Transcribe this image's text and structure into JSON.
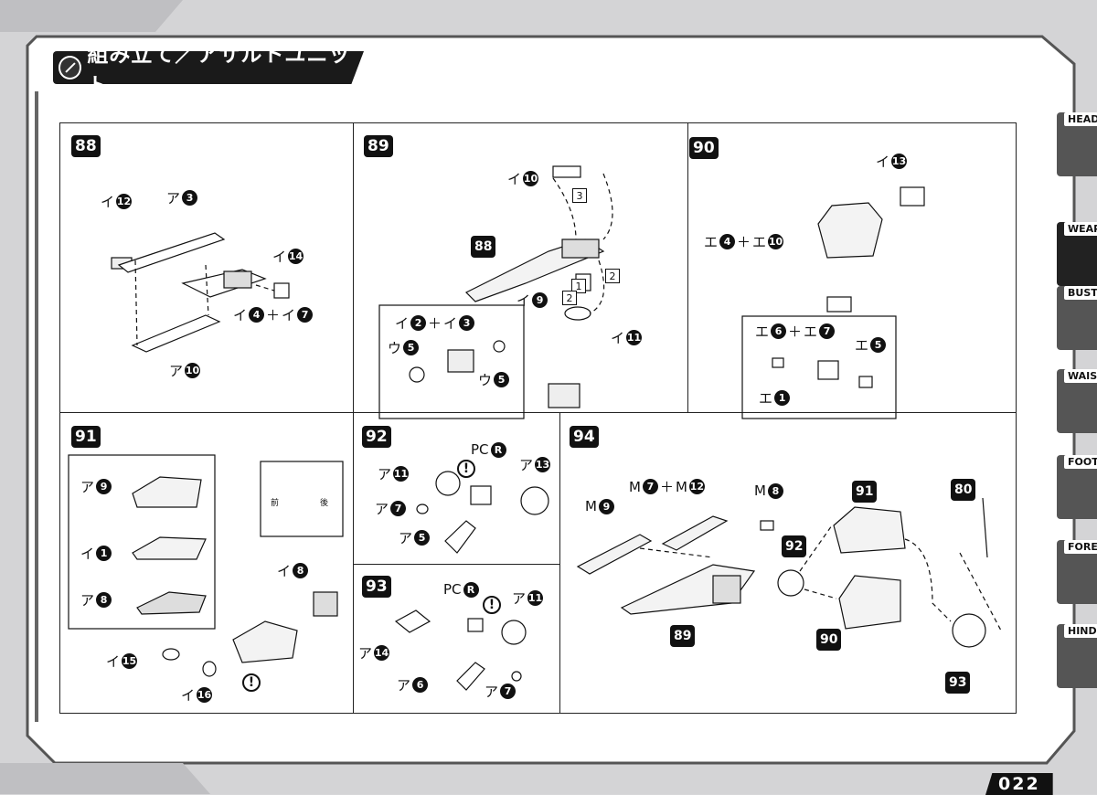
{
  "header": {
    "title": "組み立て／アサルトユニット"
  },
  "page_number": "022",
  "side_tabs": [
    "HEAD",
    "WEAPON",
    "BUST",
    "WAIST",
    "FOOT",
    "FORELEG",
    "HINDLEG"
  ],
  "active_tab_index": 1,
  "steps": {
    "s88": {
      "no": "88",
      "labels": {
        "a": "イ",
        "an": "12",
        "b": "ア",
        "bn": "3",
        "c": "イ",
        "cn": "14",
        "d1": "イ",
        "d1n": "4",
        "d2": "イ",
        "d2n": "7",
        "e": "ア",
        "en": "10"
      }
    },
    "s89": {
      "no": "89",
      "labels": {
        "a": "イ",
        "an": "10",
        "b": "88",
        "c": "イ",
        "cn": "9",
        "d": "イ",
        "dn": "11",
        "e1": "イ",
        "e1n": "2",
        "e2": "イ",
        "e2n": "3",
        "f": "ウ",
        "fn": "5",
        "g": "ウ",
        "gn": "5",
        "q1": "1",
        "q2": "2",
        "q2b": "2",
        "q3": "3"
      }
    },
    "s90": {
      "no": "90",
      "labels": {
        "a": "イ",
        "an": "13",
        "b1": "エ",
        "b1n": "4",
        "b2": "エ",
        "b2n": "10",
        "c1": "エ",
        "c1n": "6",
        "c2": "エ",
        "c2n": "7",
        "d": "エ",
        "dn": "5",
        "e": "エ",
        "en": "1"
      }
    },
    "s91": {
      "no": "91",
      "labels": {
        "a": "ア",
        "an": "9",
        "b": "イ",
        "bn": "1",
        "c": "ア",
        "cn": "8",
        "d": "イ",
        "dn": "8",
        "e": "イ",
        "en": "15",
        "f": "イ",
        "fn": "16",
        "front": "前",
        "back": "後"
      }
    },
    "s92": {
      "no": "92",
      "labels": {
        "a": "ア",
        "an": "11",
        "pc": "PC",
        "pcn": "R",
        "b": "ア",
        "bn": "13",
        "c": "ア",
        "cn": "7",
        "d": "ア",
        "dn": "5"
      }
    },
    "s93": {
      "no": "93",
      "labels": {
        "pc": "PC",
        "pcn": "R",
        "a": "ア",
        "an": "11",
        "b": "ア",
        "bn": "14",
        "c": "ア",
        "cn": "6",
        "d": "ア",
        "dn": "7"
      }
    },
    "s94": {
      "no": "94",
      "labels": {
        "a": "M",
        "an": "9",
        "b1": "M",
        "b1n": "7",
        "b2": "M",
        "b2n": "12",
        "c": "M",
        "cn": "8",
        "r91": "91",
        "r92": "92",
        "r80": "80",
        "r89": "89",
        "r90": "90",
        "r93": "93"
      }
    }
  },
  "plus": "＋",
  "excl": "!"
}
